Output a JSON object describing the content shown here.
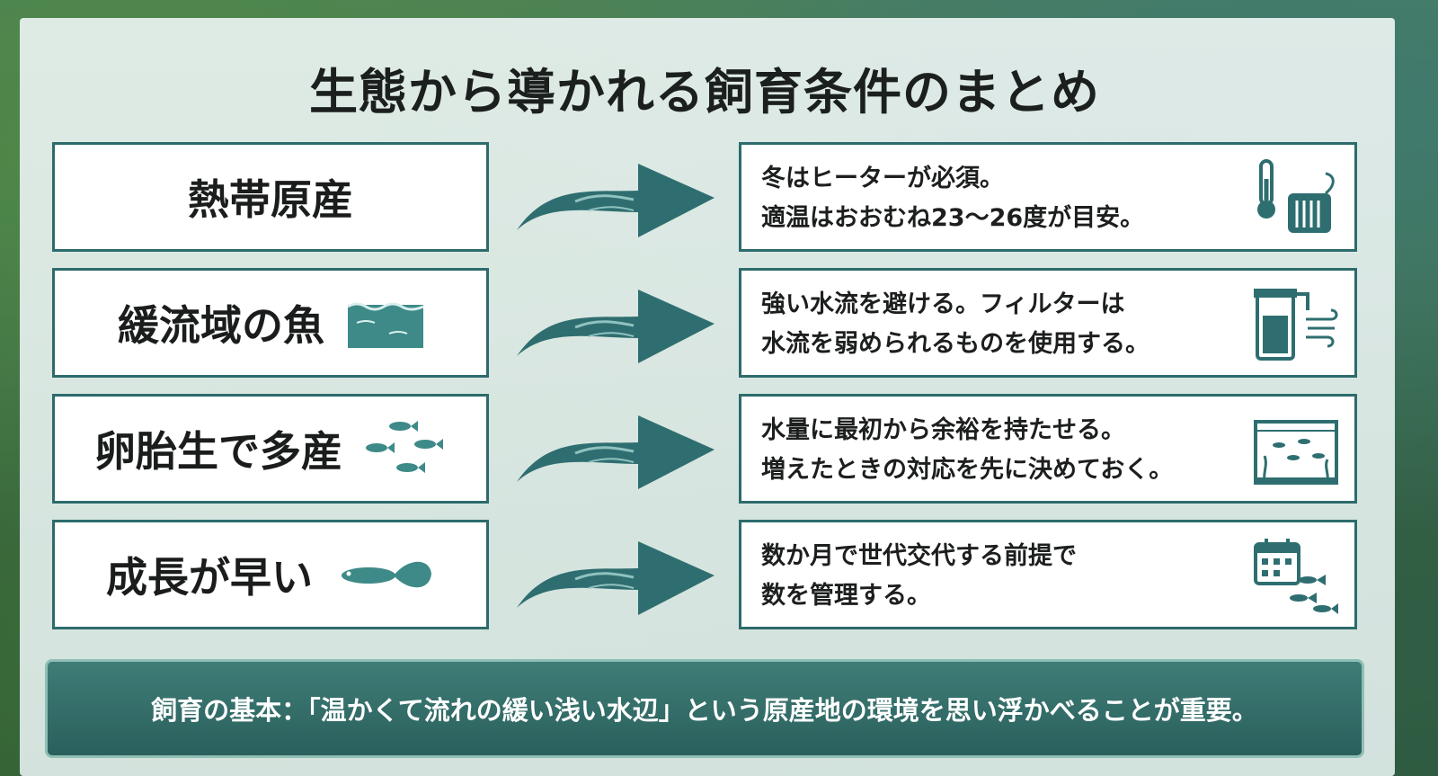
{
  "title": "生態から導かれる飼育条件のまとめ",
  "rows": [
    {
      "label": "熱帯原産",
      "desc_line1": "冬はヒーターが必須。",
      "desc_line2": "適温はおおむね23〜26度が目安。",
      "left_icon": "",
      "right_icon": "thermometer-heater-icon"
    },
    {
      "label": "緩流域の魚",
      "desc_line1": "強い水流を避ける。フィルターは",
      "desc_line2": "水流を弱められるものを使用する。",
      "left_icon": "calm-water-icon",
      "right_icon": "filter-flow-icon"
    },
    {
      "label": "卵胎生で多産",
      "desc_line1": "水量に最初から余裕を持たせる。",
      "desc_line2": "増えたときの対応を先に決めておく。",
      "left_icon": "fish-school-icon",
      "right_icon": "aquarium-tank-icon"
    },
    {
      "label": "成長が早い",
      "desc_line1": "数か月で世代交代する前提で",
      "desc_line2": "数を管理する。",
      "left_icon": "guppy-icon",
      "right_icon": "calendar-fish-icon"
    }
  ],
  "footer": "飼育の基本：「温かくて流れの緩い浅い水辺」という原産地の環境を思い浮かべることが重要。",
  "colors": {
    "accent": "#2d6b6c",
    "arrow": "#2f6e70",
    "footer_bg": "#2f6a66"
  }
}
